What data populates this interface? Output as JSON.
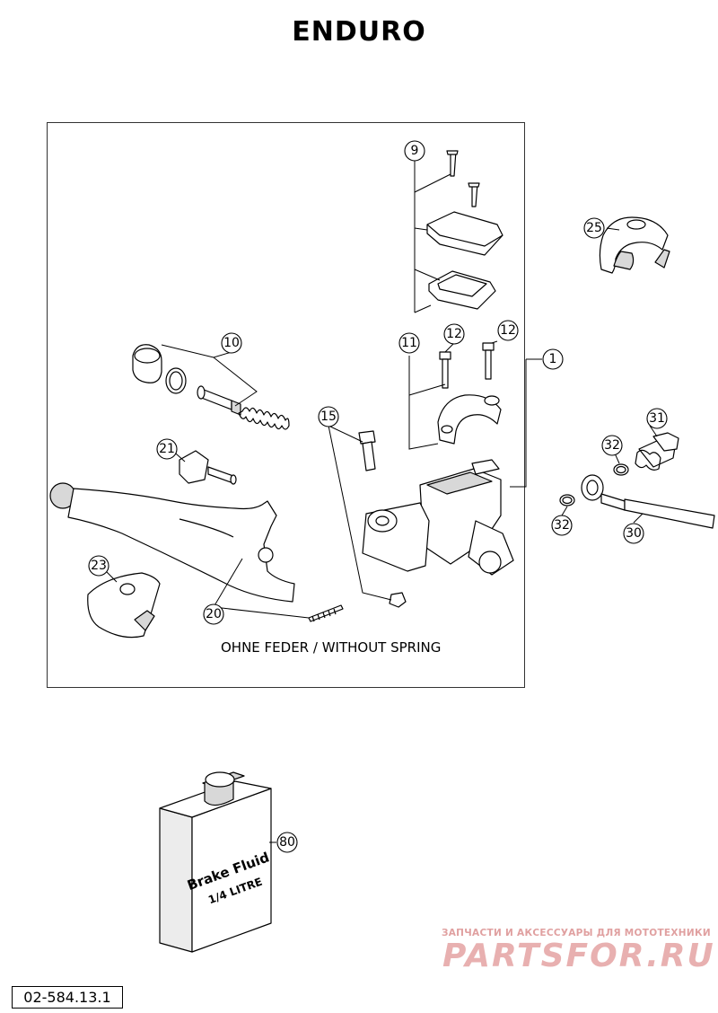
{
  "title": "ENDURO",
  "note": "OHNE FEDER / WITHOUT SPRING",
  "doc_id": "02-584.13.1",
  "watermark": {
    "line1": "ЗАПЧАСТИ И АКСЕССУАРЫ ДЛЯ МОТОТЕХНИКИ",
    "line2": "PARTSFOR.RU"
  },
  "bottle": {
    "line1": "Brake Fluid",
    "line2": "1/4 LITRE"
  },
  "callouts": {
    "c1": "1",
    "c9": "9",
    "c10": "10",
    "c11": "11",
    "c12a": "12",
    "c12b": "12",
    "c15": "15",
    "c20": "20",
    "c21": "21",
    "c23": "23",
    "c25": "25",
    "c30": "30",
    "c31": "31",
    "c32a": "32",
    "c32b": "32",
    "c80": "80"
  },
  "colors": {
    "line": "#000000",
    "part_fill": "#ffffff",
    "shade": "#d8d8d8",
    "watermark": "#e8b0b0"
  }
}
